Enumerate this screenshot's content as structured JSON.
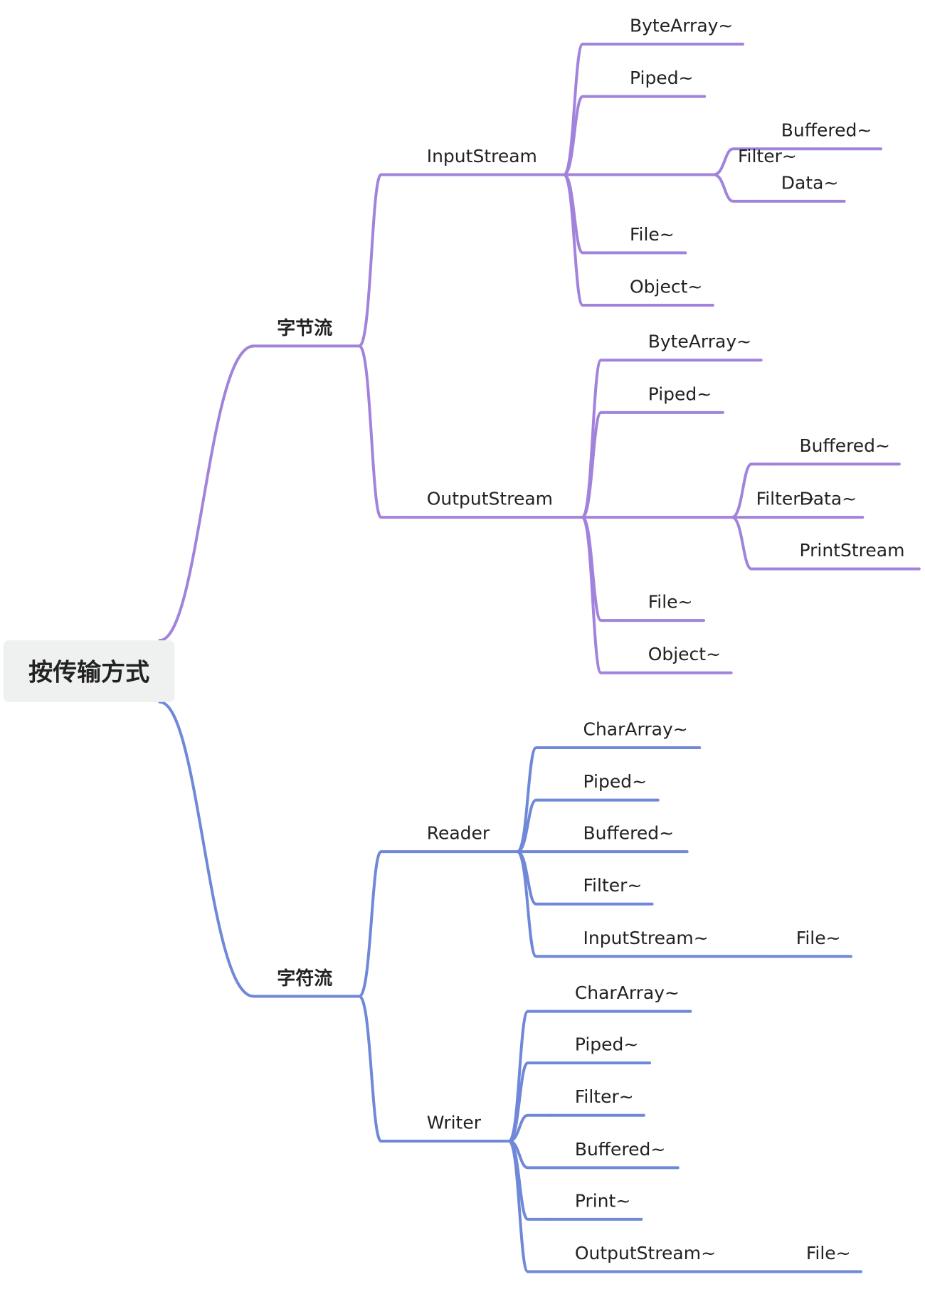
{
  "colors": {
    "byte_branch": "#a283dc",
    "char_branch": "#6f88d8",
    "text": "#222222",
    "root_background": "#eff0f0"
  },
  "root": {
    "label": "按传输方式",
    "children": [
      {
        "label": "字节流",
        "children": [
          {
            "label": "InputStream",
            "children": [
              {
                "label": "ByteArray~"
              },
              {
                "label": "Piped~"
              },
              {
                "label": "Filter~",
                "children": [
                  {
                    "label": "Buffered~"
                  },
                  {
                    "label": "Data~"
                  }
                ]
              },
              {
                "label": "File~"
              },
              {
                "label": "Object~"
              }
            ]
          },
          {
            "label": "OutputStream",
            "children": [
              {
                "label": "ByteArray~"
              },
              {
                "label": "Piped~"
              },
              {
                "label": "Filter~",
                "children": [
                  {
                    "label": "Buffered~"
                  },
                  {
                    "label": "Data~"
                  },
                  {
                    "label": "PrintStream"
                  }
                ]
              },
              {
                "label": "File~"
              },
              {
                "label": "Object~"
              }
            ]
          }
        ]
      },
      {
        "label": "字符流",
        "children": [
          {
            "label": "Reader",
            "children": [
              {
                "label": "CharArray~"
              },
              {
                "label": "Piped~"
              },
              {
                "label": "Buffered~"
              },
              {
                "label": "Filter~"
              },
              {
                "label": "InputStream~",
                "children": [
                  {
                    "label": "File~"
                  }
                ]
              }
            ]
          },
          {
            "label": "Writer",
            "children": [
              {
                "label": "CharArray~"
              },
              {
                "label": "Piped~"
              },
              {
                "label": "Filter~"
              },
              {
                "label": "Buffered~"
              },
              {
                "label": "Print~"
              },
              {
                "label": "OutputStream~",
                "children": [
                  {
                    "label": "File~"
                  }
                ]
              }
            ]
          }
        ]
      }
    ]
  }
}
